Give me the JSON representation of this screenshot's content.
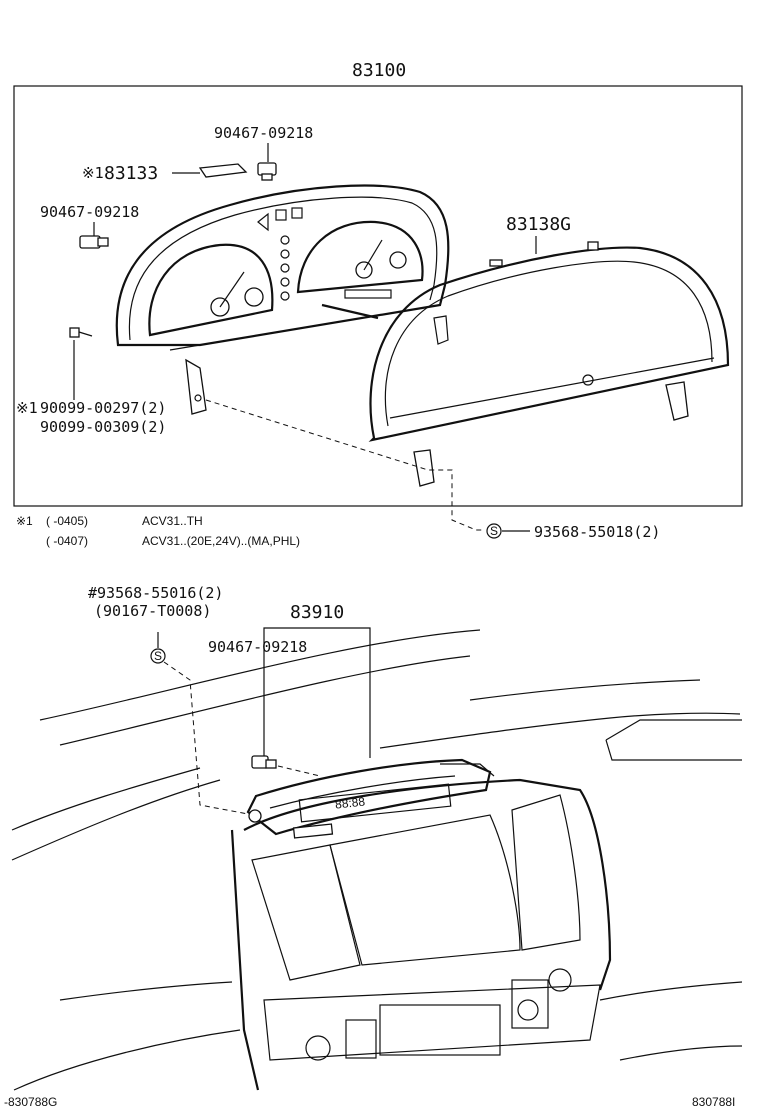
{
  "diagram": {
    "main_assembly_number": "83100",
    "meter_panel_label": "83133",
    "meter_panel_mark": "※1",
    "bulb_label_top": "90467-09218",
    "bulb_label_left": "90467-09218",
    "glass_label": "83138G",
    "screw_label_1": "90099-00297(2)",
    "screw_label_1_mark": "※1",
    "screw_label_2": "90099-00309(2)",
    "screw_right_label": "93568-55018(2)",
    "screw_symbol": "S",
    "notes": [
      {
        "mark": "※1",
        "range": "(     -0405)",
        "spec": "ACV31..TH"
      },
      {
        "mark": "",
        "range": "(     -0407)",
        "spec": "ACV31..(20E,24V)..(MA,PHL)"
      }
    ],
    "clock_screw_label": "#93568-55016(2)",
    "clock_screw_alt": "(90167-T0008)",
    "clock_assembly_number": "83910",
    "clock_bulb_label": "90467-09218",
    "display_text": "88:88",
    "footer_left": "-830788G",
    "footer_right": "830788I"
  }
}
